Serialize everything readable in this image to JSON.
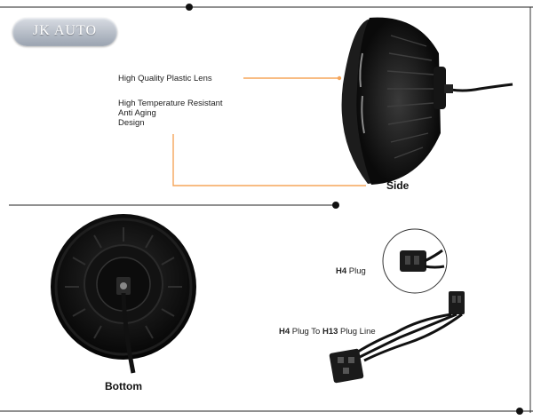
{
  "brand": {
    "logo_text": "JK AUTO",
    "logo_color": "#aab2bd"
  },
  "side_section": {
    "lens_label": "High Quality Plastic Lens",
    "housing_label_line1": "High Temperature Resistant",
    "housing_label_line2": "Anti Aging",
    "housing_label_line3": "Design",
    "caption": "Side",
    "callout_color": "#f5a55a"
  },
  "bottom_section": {
    "caption": "Bottom"
  },
  "plug_section": {
    "plug_label_bold": "H4",
    "plug_label_rest": " Plug",
    "cable_label_bold1": "H4",
    "cable_label_mid": " Plug To ",
    "cable_label_bold2": "H13",
    "cable_label_rest": " Plug Line"
  }
}
